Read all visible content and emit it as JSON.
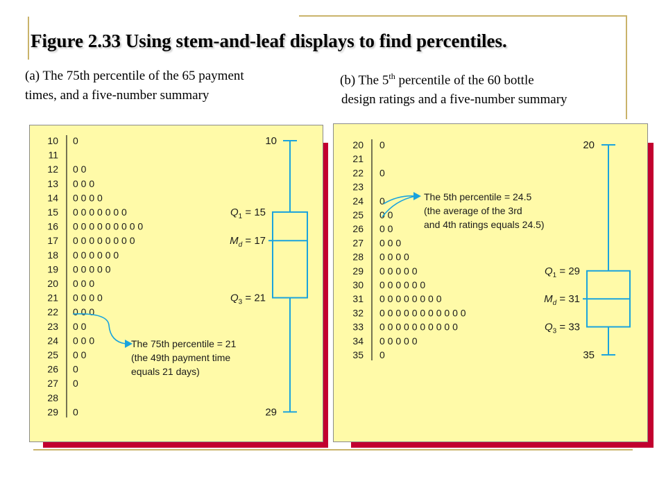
{
  "title": "Figure 2.33 Using stem-and-leaf displays to find percentiles.",
  "caption_a": {
    "line1": "(a) The 75th percentile of the 65 payment",
    "line2": "times, and a five-number summary"
  },
  "caption_b": {
    "pre": "(b) The 5",
    "sup": "th",
    "post": " percentile of the 60 bottle",
    "line2": "design ratings and a five-number summary"
  },
  "colors": {
    "panel": "#fffaa8",
    "shadow": "#c2002f",
    "box": "#1aa3dd",
    "text": "#1a1a1a"
  },
  "panel_a": {
    "rows": [
      {
        "stem": "10",
        "leaves": "0"
      },
      {
        "stem": "11",
        "leaves": ""
      },
      {
        "stem": "12",
        "leaves": "0 0"
      },
      {
        "stem": "13",
        "leaves": "0 0 0"
      },
      {
        "stem": "14",
        "leaves": "0 0 0 0"
      },
      {
        "stem": "15",
        "leaves": "0 0 0 0 0 0 0"
      },
      {
        "stem": "16",
        "leaves": "0 0 0 0 0 0 0 0 0"
      },
      {
        "stem": "17",
        "leaves": "0 0 0 0 0 0 0 0"
      },
      {
        "stem": "18",
        "leaves": "0 0 0 0 0 0"
      },
      {
        "stem": "19",
        "leaves": "0 0 0 0 0"
      },
      {
        "stem": "20",
        "leaves": "0 0 0"
      },
      {
        "stem": "21",
        "leaves": "0 0 0 0"
      },
      {
        "stem": "22",
        "leaves": "0 0 0"
      },
      {
        "stem": "23",
        "leaves": "0 0"
      },
      {
        "stem": "24",
        "leaves": "0 0 0"
      },
      {
        "stem": "25",
        "leaves": "0 0"
      },
      {
        "stem": "26",
        "leaves": "0"
      },
      {
        "stem": "27",
        "leaves": "0"
      },
      {
        "stem": "28",
        "leaves": ""
      },
      {
        "stem": "29",
        "leaves": "0"
      }
    ],
    "five_number": {
      "min": 10,
      "q1": 15,
      "md": 17,
      "q3": 21,
      "max": 29
    },
    "labels": {
      "min": "10",
      "q1": "= 15",
      "md": "= 17",
      "q3": "= 21",
      "max": "29"
    },
    "annotation": [
      "The 75th percentile = 21",
      "(the 49th payment time",
      "equals 21 days)"
    ]
  },
  "panel_b": {
    "rows": [
      {
        "stem": "20",
        "leaves": "0"
      },
      {
        "stem": "21",
        "leaves": ""
      },
      {
        "stem": "22",
        "leaves": "0"
      },
      {
        "stem": "23",
        "leaves": ""
      },
      {
        "stem": "24",
        "leaves": "0"
      },
      {
        "stem": "25",
        "leaves": "0 0"
      },
      {
        "stem": "26",
        "leaves": "0 0"
      },
      {
        "stem": "27",
        "leaves": "0 0 0"
      },
      {
        "stem": "28",
        "leaves": "0 0 0 0"
      },
      {
        "stem": "29",
        "leaves": "0 0 0 0 0"
      },
      {
        "stem": "30",
        "leaves": "0 0 0 0 0 0"
      },
      {
        "stem": "31",
        "leaves": "0 0 0 0 0 0 0 0"
      },
      {
        "stem": "32",
        "leaves": "0 0 0 0 0 0 0 0 0 0 0"
      },
      {
        "stem": "33",
        "leaves": "0 0 0 0 0 0 0 0 0 0"
      },
      {
        "stem": "34",
        "leaves": "0 0 0 0 0"
      },
      {
        "stem": "35",
        "leaves": "0"
      }
    ],
    "five_number": {
      "min": 20,
      "q1": 29,
      "md": 31,
      "q3": 33,
      "max": 35
    },
    "labels": {
      "min": "20",
      "q1": "= 29",
      "md": "= 31",
      "q3": "= 33",
      "max": "35"
    },
    "annotation": [
      "The 5th percentile = 24.5",
      "(the average of the 3rd",
      "and 4th ratings equals 24.5)"
    ]
  }
}
